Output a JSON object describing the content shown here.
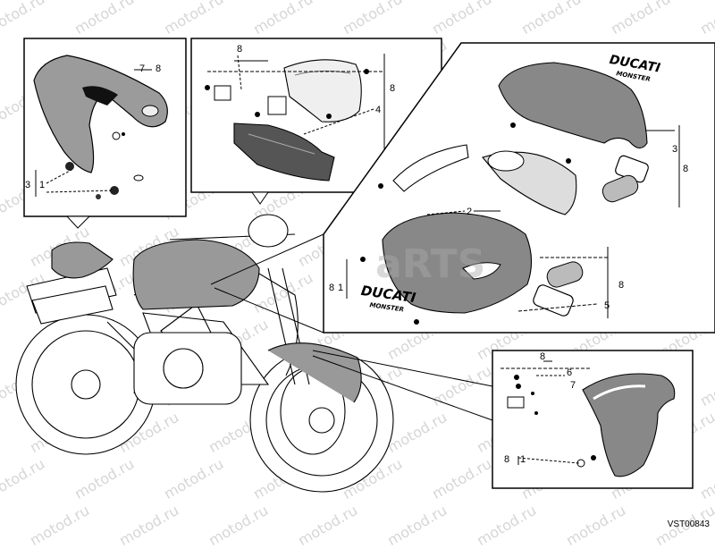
{
  "diagram": {
    "code": "VST00843",
    "watermark_text": "motod.ru",
    "ghost_text": "aRTS",
    "brand_logo": "DUCATI",
    "brand_sub": "MONSTER",
    "callouts": {
      "seat_cover_panel": {
        "n7": "7",
        "n8": "8",
        "n1": "1",
        "n3": "3"
      },
      "headlight_panel": {
        "n8a": "8",
        "n8b": "8",
        "n4": "4"
      },
      "tank_panel": {
        "n3": "3",
        "n8": "8",
        "n2": "2",
        "n1": "1",
        "n8b": "8",
        "n5": "5",
        "n8c": "8"
      },
      "fender_panel": {
        "n8": "8",
        "n6": "6",
        "n7": "7",
        "n1": "1",
        "n8b": "8"
      }
    }
  }
}
